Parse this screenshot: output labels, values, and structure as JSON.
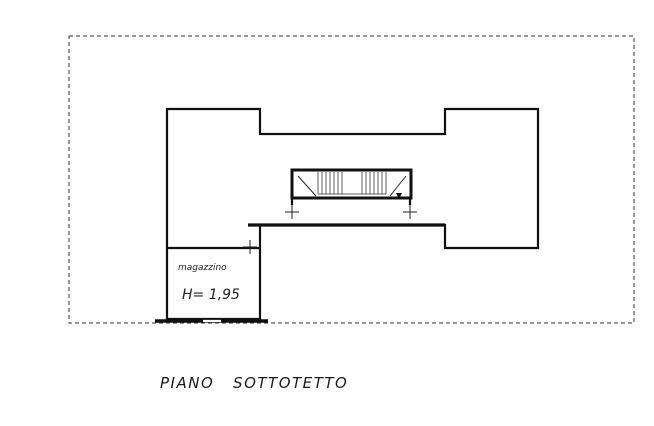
{
  "plan": {
    "title": "PIANO   SOTTOTETTO",
    "rooms": [
      {
        "name": "magazzino",
        "height_label": "H= 1,95"
      }
    ]
  }
}
